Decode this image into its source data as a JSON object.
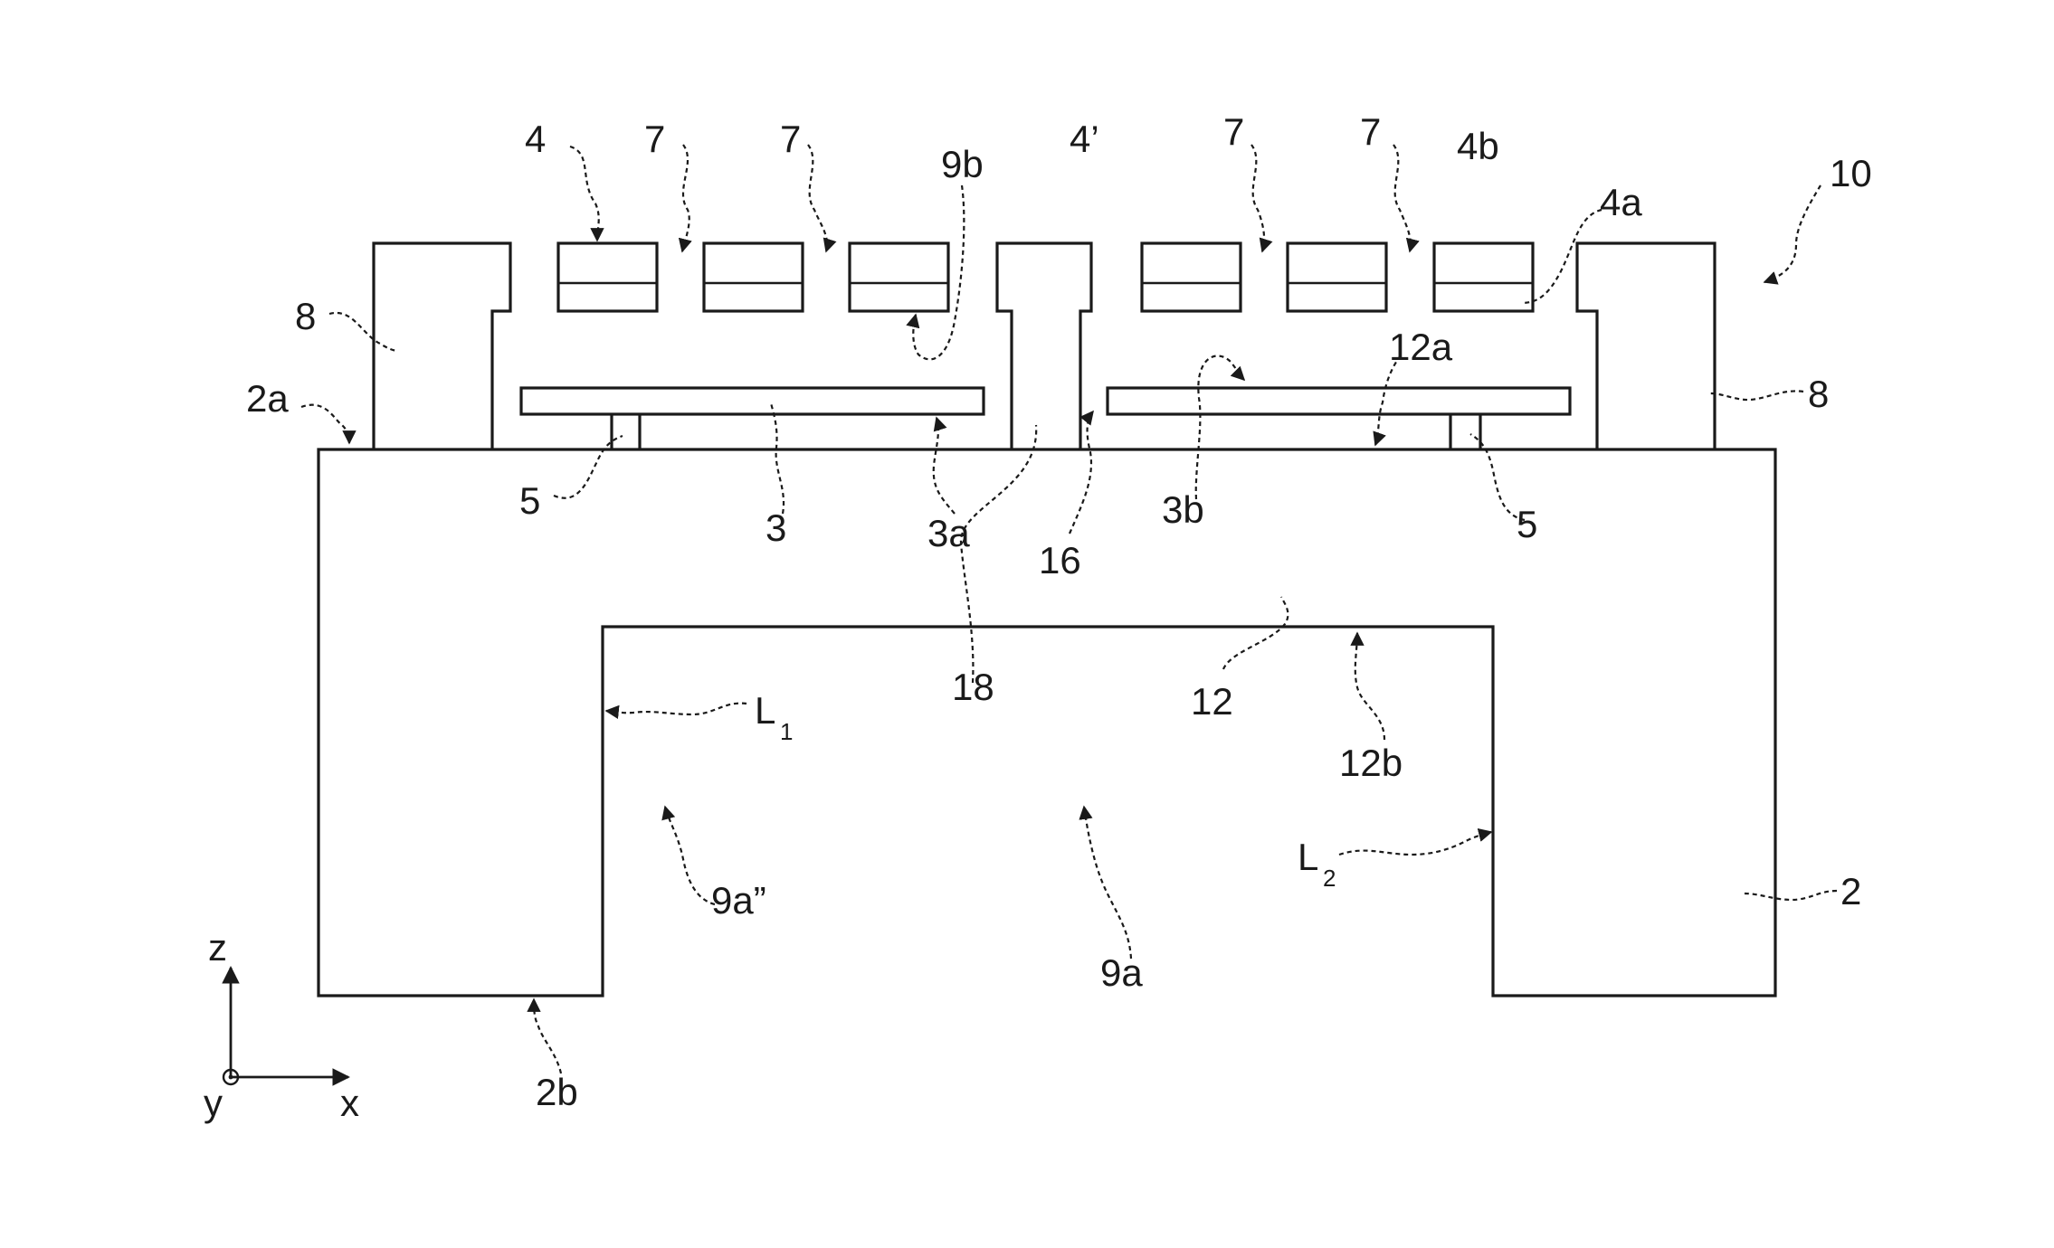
{
  "figure": {
    "reference_numeral": "10",
    "labels": {
      "l4": "4",
      "l7a": "7",
      "l7b": "7",
      "l9b": "9b",
      "l4p": "4’",
      "l7c": "7",
      "l7d": "7",
      "l4b": "4b",
      "l4a": "4a",
      "l8left": "8",
      "l8right": "8",
      "l2a": "2a",
      "l12a": "12a",
      "l5left": "5",
      "l3": "3",
      "l3a": "3a",
      "l16": "16",
      "l3b": "3b",
      "l5right": "5",
      "l18": "18",
      "l12": "12",
      "lL1": "L",
      "lL1sub": "1",
      "l12b": "12b",
      "lL2": "L",
      "lL2sub": "2",
      "l2": "2",
      "l9a2": "9a”",
      "l9a": "9a",
      "l2b": "2b"
    },
    "axes": {
      "z": "z",
      "x": "x",
      "y": "y"
    }
  }
}
